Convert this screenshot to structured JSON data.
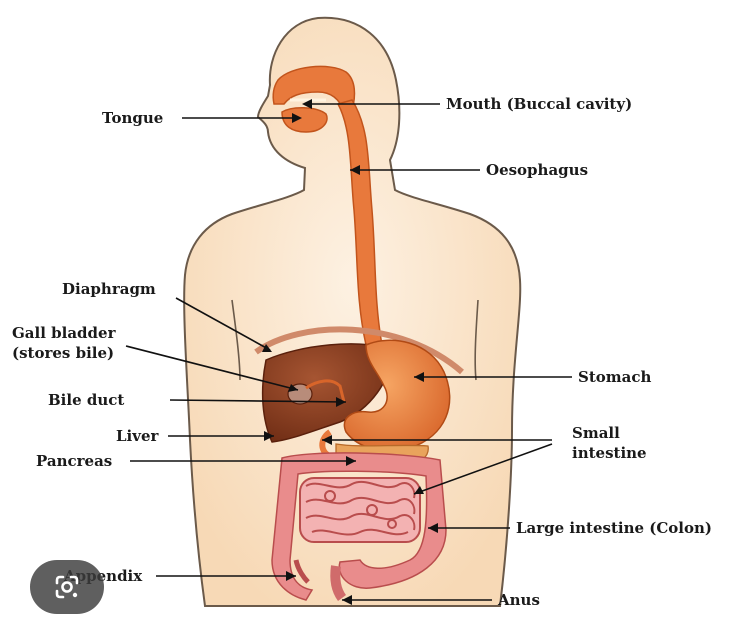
{
  "labels": {
    "tongue": "Tongue",
    "mouth": "Mouth (Buccal cavity)",
    "oesophagus": "Oesophagus",
    "diaphragm": "Diaphragm",
    "gall_bladder_1": "Gall bladder",
    "gall_bladder_2": "(stores bile)",
    "bile_duct": "Bile duct",
    "stomach": "Stomach",
    "liver": "Liver",
    "small_intestine_1": "Small",
    "small_intestine_2": "intestine",
    "pancreas": "Pancreas",
    "large_intestine": "Large intestine (Colon)",
    "appendix": "Appendix",
    "anus": "Anus"
  },
  "colors": {
    "skin": "#fbe8d2",
    "skin_outline": "#6b5a4a",
    "digestive": "#e8793c",
    "digestive_dark": "#c2541c",
    "liver": "#8a3b1c",
    "intestine": "#e98c8c",
    "intestine_dark": "#b94d4d",
    "diaphragm": "#d08a6a"
  },
  "icons": {
    "lens": "google-lens-icon"
  }
}
